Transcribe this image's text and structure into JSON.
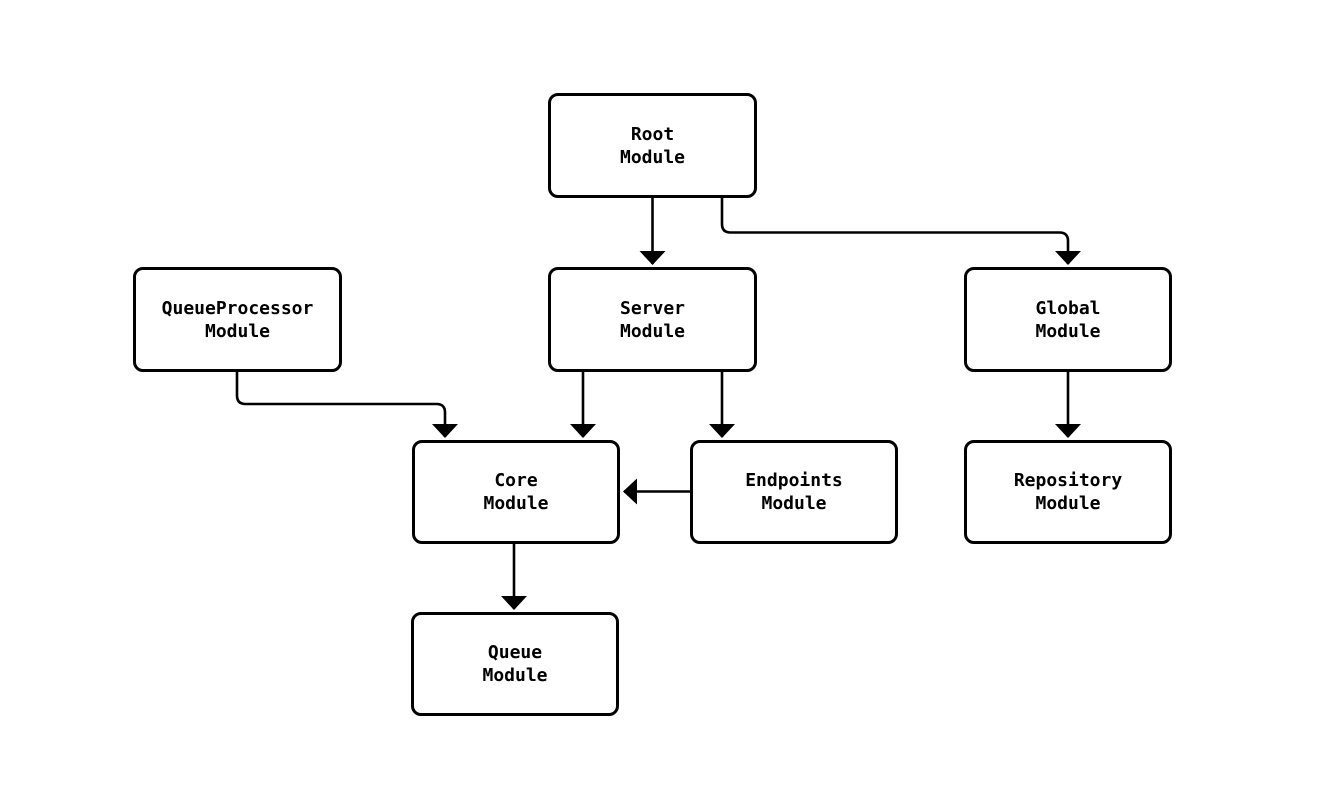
{
  "diagram": {
    "type": "module-dependency-flowchart",
    "colors": {
      "background": "#ffffff",
      "node_fill": "#ffffff",
      "node_border": "#000000",
      "edge_stroke": "#000000",
      "text": "#000000"
    },
    "nodes": [
      {
        "id": "root",
        "line1": "Root",
        "line2": "Module"
      },
      {
        "id": "queueprocessor",
        "line1": "QueueProcessor",
        "line2": "Module"
      },
      {
        "id": "server",
        "line1": "Server",
        "line2": "Module"
      },
      {
        "id": "global",
        "line1": "Global",
        "line2": "Module"
      },
      {
        "id": "core",
        "line1": "Core",
        "line2": "Module"
      },
      {
        "id": "endpoints",
        "line1": "Endpoints",
        "line2": "Module"
      },
      {
        "id": "repository",
        "line1": "Repository",
        "line2": "Module"
      },
      {
        "id": "queue",
        "line1": "Queue",
        "line2": "Module"
      }
    ],
    "edges": [
      {
        "from": "Root Module",
        "to": "Server Module"
      },
      {
        "from": "Root Module",
        "to": "Global Module"
      },
      {
        "from": "QueueProcessor Module",
        "to": "Core Module"
      },
      {
        "from": "Server Module",
        "to": "Core Module"
      },
      {
        "from": "Server Module",
        "to": "Endpoints Module"
      },
      {
        "from": "Endpoints Module",
        "to": "Core Module"
      },
      {
        "from": "Global Module",
        "to": "Repository Module"
      },
      {
        "from": "Core Module",
        "to": "Queue Module"
      }
    ]
  }
}
